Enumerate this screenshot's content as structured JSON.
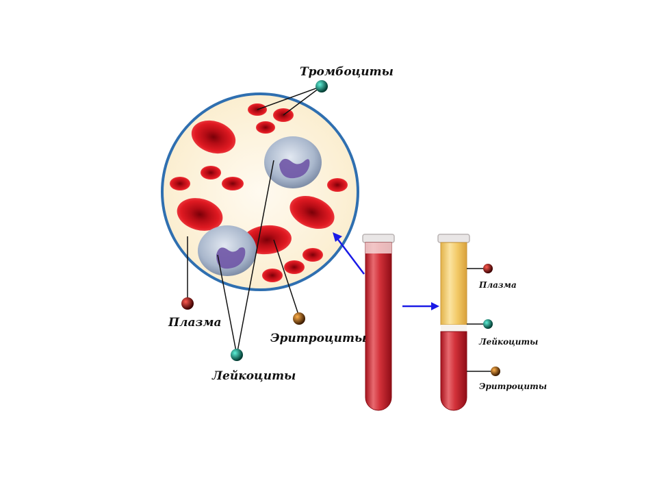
{
  "labels": {
    "platelets": "Тромбоциты",
    "plasma": "Плазма",
    "erythrocytes": "Эритроциты",
    "leukocytes": "Лейкоциты"
  },
  "tube_labels": {
    "plasma": "Плазма",
    "leukocytes": "Лейкоциты",
    "erythrocytes": "Эритроциты"
  },
  "colors": {
    "rbc": "#d8141c",
    "plasma_bg": "#fdf2d6",
    "circle_border": "#2f6fb0",
    "arrow": "#1a1ae6",
    "tube_blood": "#c91f2a",
    "tube_plasma": "#f3cf72",
    "wbc": "#9fb0c8",
    "nucleus": "#6f55a6"
  }
}
